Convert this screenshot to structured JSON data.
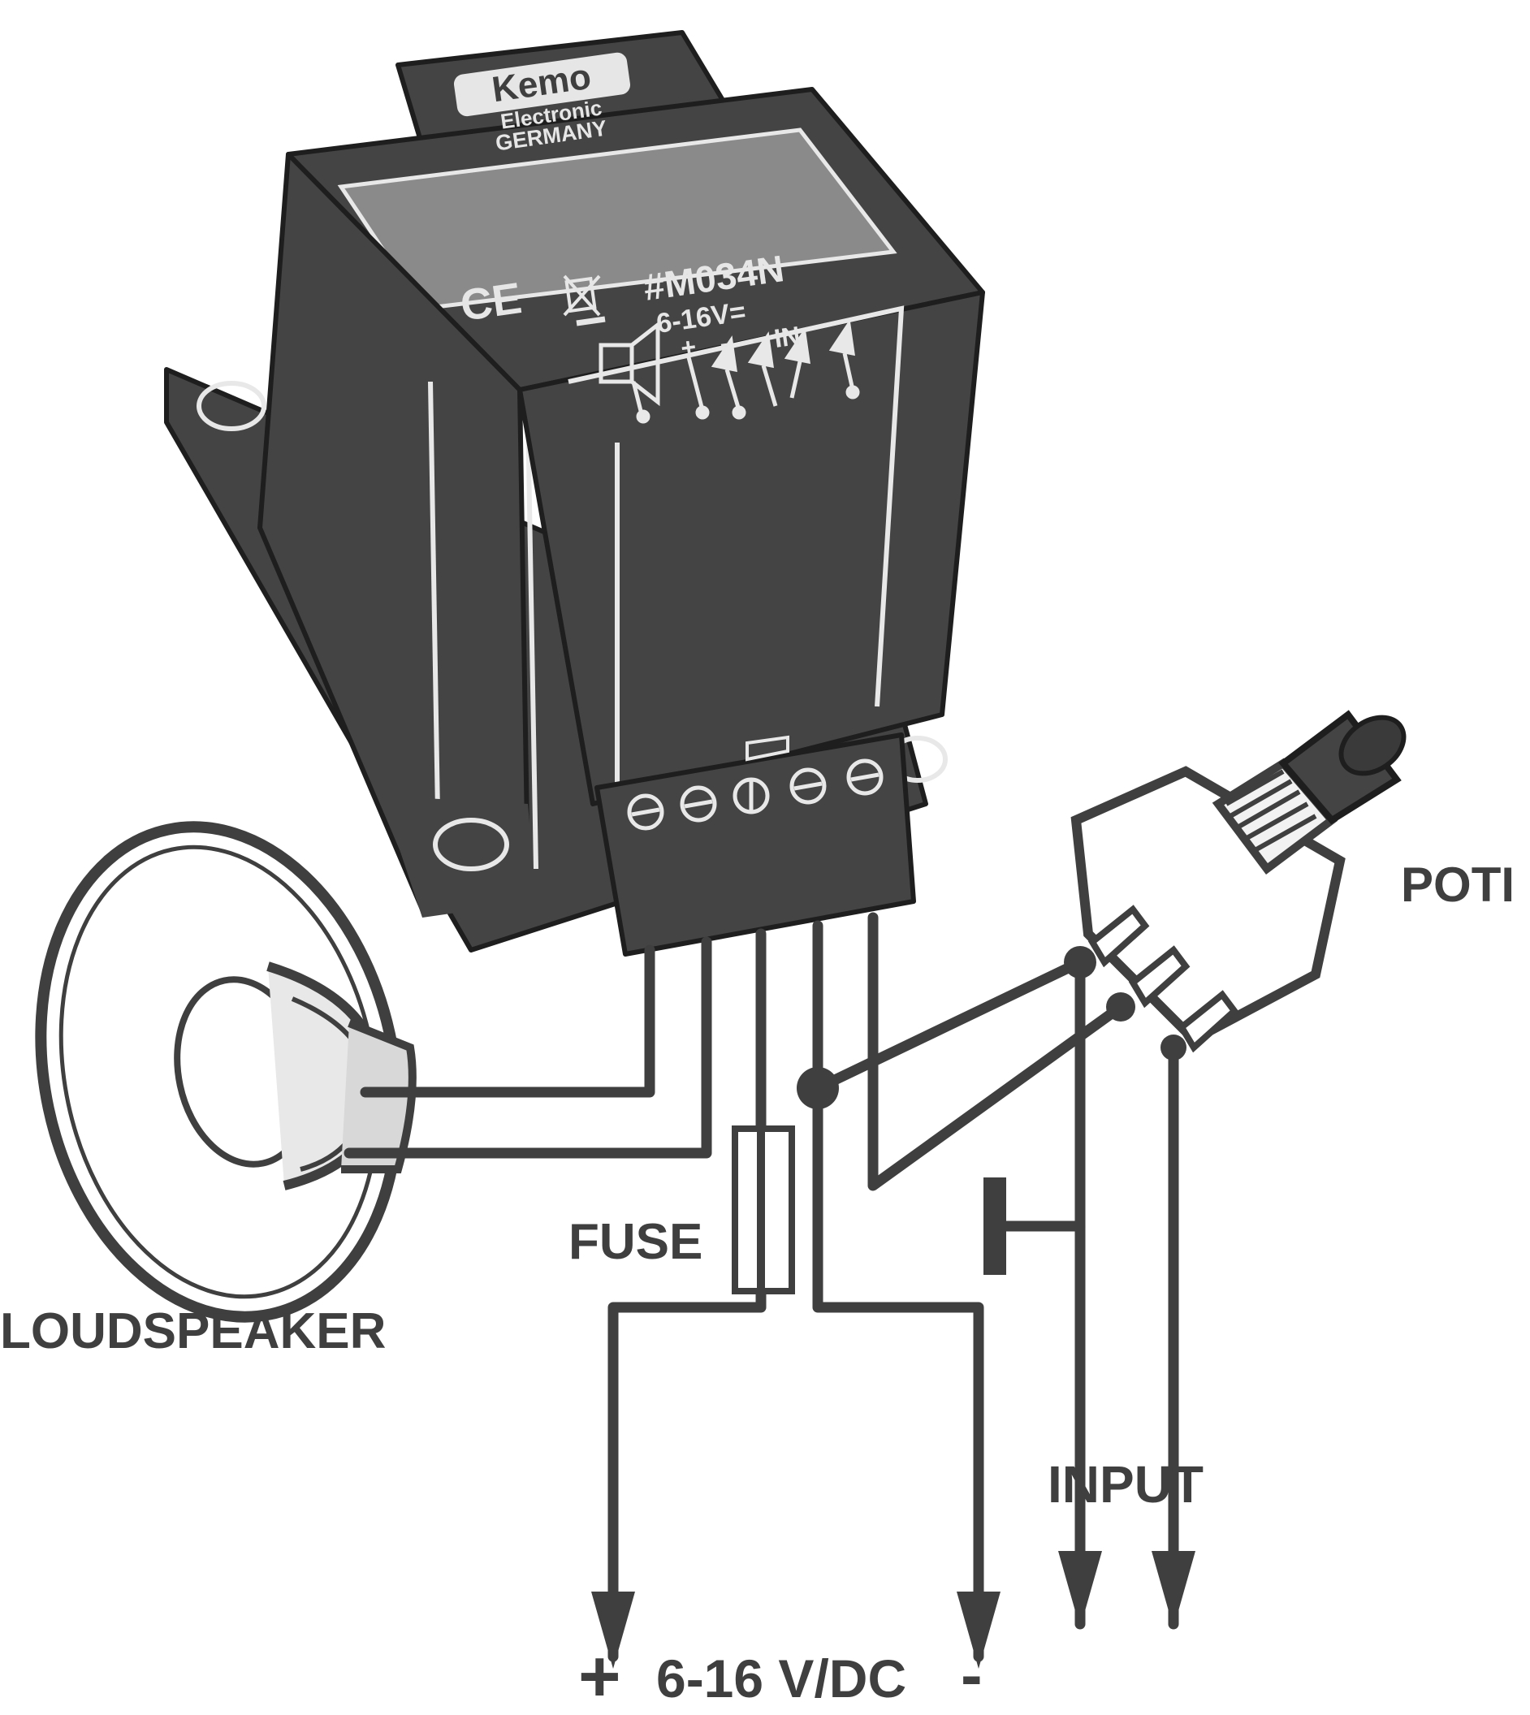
{
  "module": {
    "brand": "Kemo",
    "brand_sub1": "Electronic",
    "brand_sub2": "GERMANY",
    "model": "#M034N",
    "ce_mark": "CE",
    "voltage": "6-16V=",
    "plus": "+",
    "minus": "-",
    "in_label": "IN"
  },
  "labels": {
    "loudspeaker": "LOUDSPEAKER",
    "fuse": "FUSE",
    "poti": "POTI",
    "input": "INPUT",
    "power_plus": "+",
    "power": "6-16 V/DC",
    "power_minus": "-"
  },
  "colors": {
    "ink": "#3f3f3f",
    "module": "#444444",
    "paper": "#ffffff"
  }
}
